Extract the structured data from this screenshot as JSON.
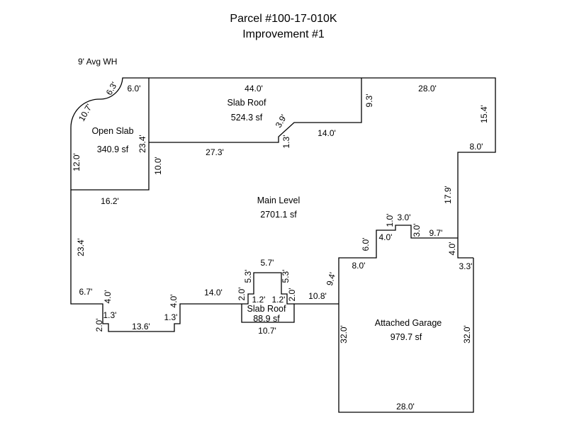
{
  "header": {
    "title": "Parcel #100-17-010K",
    "subtitle": "Improvement #1"
  },
  "note": "9' Avg WH",
  "areas": [
    {
      "name": "Open Slab",
      "value": "340.9 sf"
    },
    {
      "name": "Slab Roof",
      "value": "524.3 sf"
    },
    {
      "name": "Main Level",
      "value": "2701.1 sf"
    },
    {
      "name": "Slab Roof",
      "value": "88.9 sf"
    },
    {
      "name": "Attached Garage",
      "value": "979.7 sf"
    }
  ],
  "dimensions": [
    "6.3'",
    "6.0'",
    "10.7'",
    "23.4'",
    "12.0'",
    "10.0'",
    "16.2'",
    "23.4'",
    "6.7'",
    "44.0'",
    "3.9'",
    "1.3'",
    "27.3'",
    "14.0'",
    "9.3'",
    "28.0'",
    "15.4'",
    "8.0'",
    "17.9'",
    "1.0'",
    "3.0'",
    "4.0'",
    "3.0'",
    "9.7'",
    "6.0'",
    "4.0'",
    "3.3'",
    "8.0'",
    "9.4'",
    "10.8'",
    "5.7'",
    "5.3'",
    "5.3'",
    "2.0'",
    "2.0'",
    "1.2'",
    "1.2'",
    "10.7'",
    "14.0'",
    "4.0'",
    "1.3'",
    "13.6'",
    "2.0'",
    "1.3'",
    "4.0'",
    "32.0'",
    "32.0'",
    "28.0'"
  ]
}
